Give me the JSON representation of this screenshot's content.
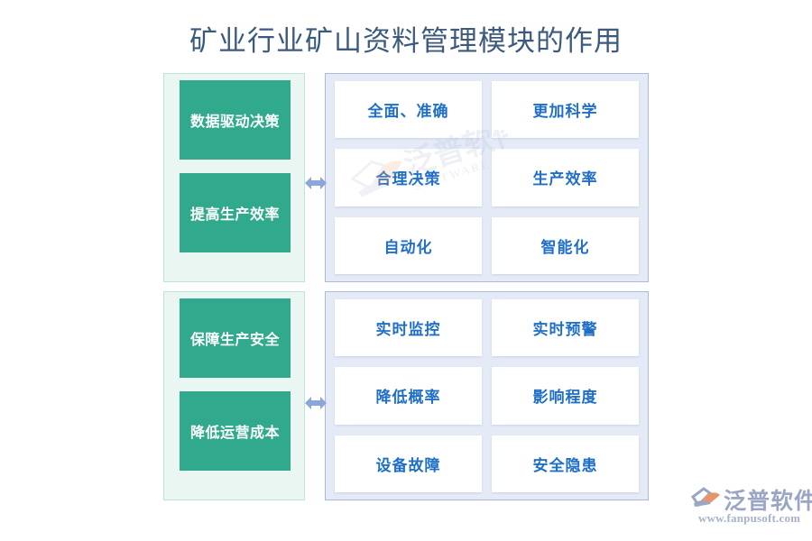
{
  "page": {
    "title": "矿业行业矿山资料管理模块的作用",
    "background": "#ffffff"
  },
  "colors": {
    "title_text": "#3c5a7d",
    "green_box": "#30a98d",
    "green_panel_bg": "#eaf6f2",
    "green_panel_border": "#bfe3d8",
    "blue_panel_bg": "#e4eaf6",
    "blue_panel_border": "#a9bade",
    "blue_text": "#1f6fc7",
    "white_box": "#ffffff",
    "arrow": "#8aa6db",
    "logo_text": "#9aa6c4",
    "logo_accent": "#e9956a"
  },
  "sections": [
    {
      "id": "section-top",
      "drivers": [
        {
          "label": "数据驱动决策"
        },
        {
          "label": "提高生产效率"
        }
      ],
      "connector_icon": "double-arrow-horizontal-icon",
      "outcomes": [
        {
          "label": "全面、准确"
        },
        {
          "label": "更加科学"
        },
        {
          "label": "合理决策"
        },
        {
          "label": "生产效率"
        },
        {
          "label": "自动化"
        },
        {
          "label": "智能化"
        }
      ]
    },
    {
      "id": "section-bottom",
      "drivers": [
        {
          "label": "保障生产安全"
        },
        {
          "label": "降低运营成本"
        }
      ],
      "connector_icon": "double-arrow-horizontal-icon",
      "outcomes": [
        {
          "label": "实时监控"
        },
        {
          "label": "实时预警"
        },
        {
          "label": "降低概率"
        },
        {
          "label": "影响程度"
        },
        {
          "label": "设备故障"
        },
        {
          "label": "安全隐患"
        }
      ]
    }
  ],
  "watermark": {
    "text": "泛普软件",
    "subtext": "SOFTWARE",
    "icon": "fanpu-logo-mark-icon"
  },
  "footer_logo": {
    "wordmark": "泛普软件",
    "url": "www.fanpusoft.com",
    "icon": "fanpu-logo-mark-icon"
  }
}
